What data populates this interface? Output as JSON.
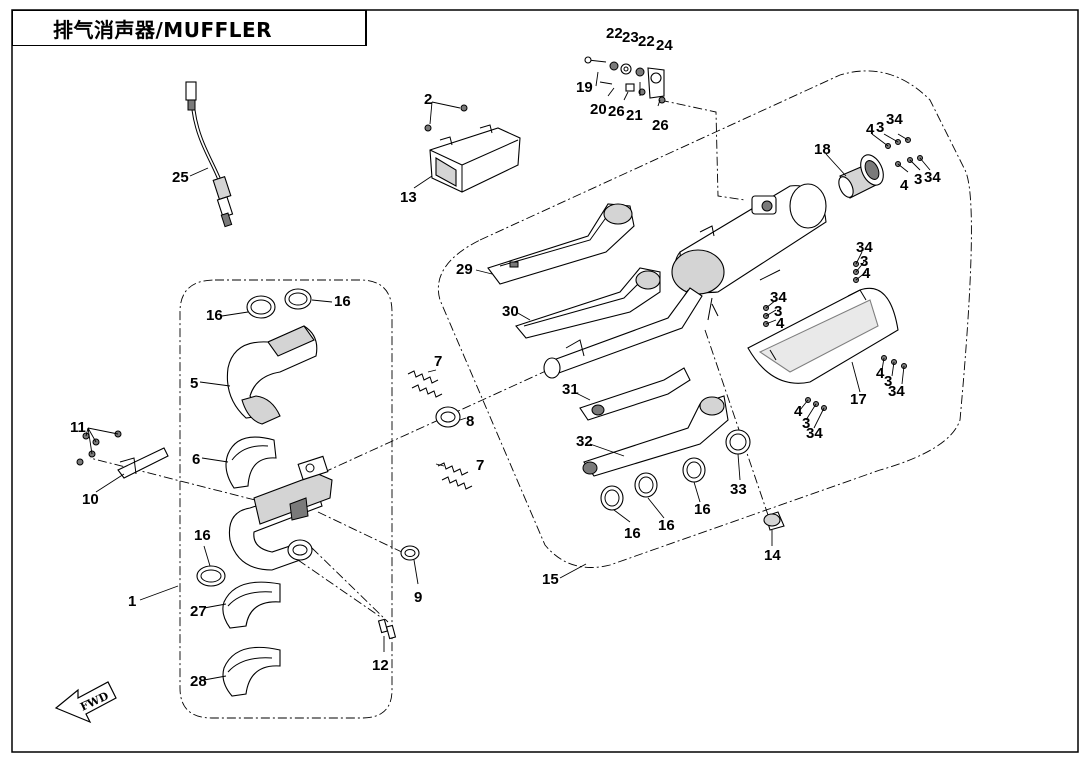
{
  "title": "排气消声器/MUFFLER",
  "fwd_label": "FWD",
  "callouts": {
    "p1": "1",
    "p2": "2",
    "p3a": "3",
    "p3b": "3",
    "p3c": "3",
    "p3d": "3",
    "p3e": "3",
    "p3f": "3",
    "p4a": "4",
    "p4b": "4",
    "p4c": "4",
    "p4d": "4",
    "p4e": "4",
    "p4f": "4",
    "p5": "5",
    "p6": "6",
    "p7a": "7",
    "p7b": "7",
    "p8": "8",
    "p9": "9",
    "p10": "10",
    "p11": "11",
    "p12": "12",
    "p13": "13",
    "p14": "14",
    "p15": "15",
    "p16a": "16",
    "p16b": "16",
    "p16c": "16",
    "p16d": "16",
    "p16e": "16",
    "p16f": "16",
    "p17": "17",
    "p18": "18",
    "p19": "19",
    "p20": "20",
    "p21": "21",
    "p22a": "22",
    "p22b": "22",
    "p23": "23",
    "p24": "24",
    "p25": "25",
    "p26a": "26",
    "p26b": "26",
    "p27": "27",
    "p28": "28",
    "p29": "29",
    "p30": "30",
    "p31": "31",
    "p32": "32",
    "p33": "33",
    "p34a": "34",
    "p34b": "34",
    "p34c": "34",
    "p34d": "34",
    "p34e": "34",
    "p34f": "34"
  }
}
